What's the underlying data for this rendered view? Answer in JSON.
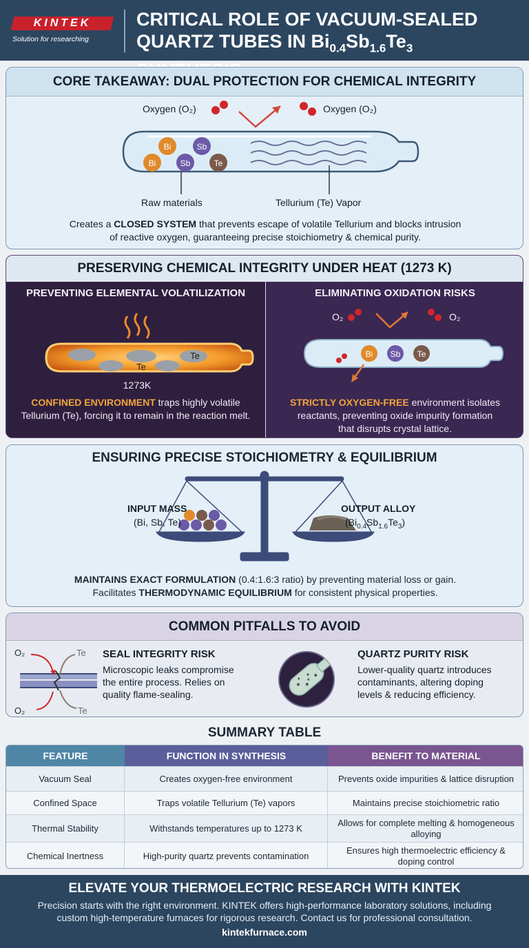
{
  "header": {
    "logo": "KINTEK",
    "logo_sub": "Solution for researching",
    "title_line1": "CRITICAL ROLE OF VACUUM-SEALED",
    "title_line2_prefix": "QUARTZ TUBES IN Bi",
    "sub1": "0.4",
    "title_sb": "Sb",
    "sub2": "1.6",
    "title_te": "Te",
    "sub3": "3",
    "title_suffix": " SYNTHESIS"
  },
  "core": {
    "heading": "CORE TAKEAWAY: DUAL PROTECTION FOR CHEMICAL INTEGRITY",
    "oxygen_left": "Oxygen (O₂)",
    "oxygen_right": "Oxygen (O₂)",
    "raw_label": "Raw materials",
    "vapor_label": "Tellurium (Te) Vapor",
    "text_a": "Creates a ",
    "text_bold": "CLOSED SYSTEM",
    "text_b": " that prevents escape of volatile Tellurium and blocks intrusion",
    "text_c": "of reactive oxygen, guaranteeing precise stoichiometry & chemical purity.",
    "atoms": [
      "Bi",
      "Sb",
      "Bi",
      "Sb",
      "Te"
    ]
  },
  "heat": {
    "heading": "PRESERVING CHEMICAL INTEGRITY UNDER HEAT (1273 K)",
    "left_title": "PREVENTING ELEMENTAL VOLATILIZATION",
    "left_te1": "Te",
    "left_te2": "Te",
    "left_temp": "1273K",
    "left_hl": "CONFINED ENVIRONMENT",
    "left_a": " traps highly volatile",
    "left_b": "Tellurium (Te), forcing it to remain in the reaction melt.",
    "right_title": "ELIMINATING OXIDATION RISKS",
    "right_o2_left": "O₂",
    "right_o2_right": "O₂",
    "right_atoms": [
      "Bi",
      "Sb",
      "Te"
    ],
    "right_hl": "STRICTLY OXYGEN-FREE",
    "right_a": " environment isolates",
    "right_b": "reactants, preventing oxide impurity formation",
    "right_c": "that disrupts crystal lattice."
  },
  "stoich": {
    "heading": "ENSURING PRECISE STOICHIOMETRY & EQUILIBRIUM",
    "input_title": "INPUT MASS",
    "input_sub": "(Bi, Sb, Te)",
    "output_title": "OUTPUT ALLOY",
    "output_sub": "(Bi0.4Sb1.6Te3)",
    "text_bold1": "MAINTAINS EXACT FORMULATION",
    "text_a": " (0.4:1.6:3 ratio) by preventing material loss or gain.",
    "text_b": "Facilitates ",
    "text_bold2": "THERMODYNAMIC EQUILIBRIUM",
    "text_c": " for consistent physical properties."
  },
  "pitfalls": {
    "heading": "COMMON PITFALLS TO AVOID",
    "seal_title": "SEAL INTEGRITY RISK",
    "seal_desc": [
      "Microscopic leaks compromise",
      "the entire process. Relies on",
      "quality flame-sealing."
    ],
    "seal_o2_top": "O₂",
    "seal_te_top": "Te",
    "seal_o2_bot": "O₂",
    "seal_te_bot": "Te",
    "quartz_title": "QUARTZ PURITY RISK",
    "quartz_desc": [
      "Lower-quality quartz introduces",
      "contaminants, altering doping",
      "levels & reducing efficiency."
    ]
  },
  "summary": {
    "title": "SUMMARY TABLE",
    "headers": [
      "FEATURE",
      "FUNCTION IN SYNTHESIS",
      "BENEFIT TO MATERIAL"
    ],
    "rows": [
      [
        "Vacuum Seal",
        "Creates oxygen-free environment",
        "Prevents oxide impurities & lattice disruption"
      ],
      [
        "Confined Space",
        "Traps volatile Tellurium (Te) vapors",
        "Maintains precise stoichiometric ratio"
      ],
      [
        "Thermal Stability",
        "Withstands temperatures up to 1273 K",
        "Allows for complete melting & homogeneous alloying"
      ],
      [
        "Chemical Inertness",
        "High-purity quartz prevents contamination",
        "Ensures high thermoelectric efficiency & doping control"
      ]
    ]
  },
  "footer": {
    "title": "ELEVATE YOUR THERMOELECTRIC RESEARCH WITH KINTEK",
    "text1": "Precision starts with the right environment. KINTEK offers high-performance laboratory solutions, including",
    "text2": "custom high-temperature furnaces for rigorous research. Contact us for professional consultation.",
    "url": "kintekfurnace.com"
  },
  "colors": {
    "header_bg": "#2c4660",
    "brand_red": "#c9212b",
    "bi": "#e08a2c",
    "sb": "#6b5aa6",
    "te": "#7a5a4a",
    "oxygen": "#d0262b",
    "highlight_orange": "#f0a53a"
  }
}
